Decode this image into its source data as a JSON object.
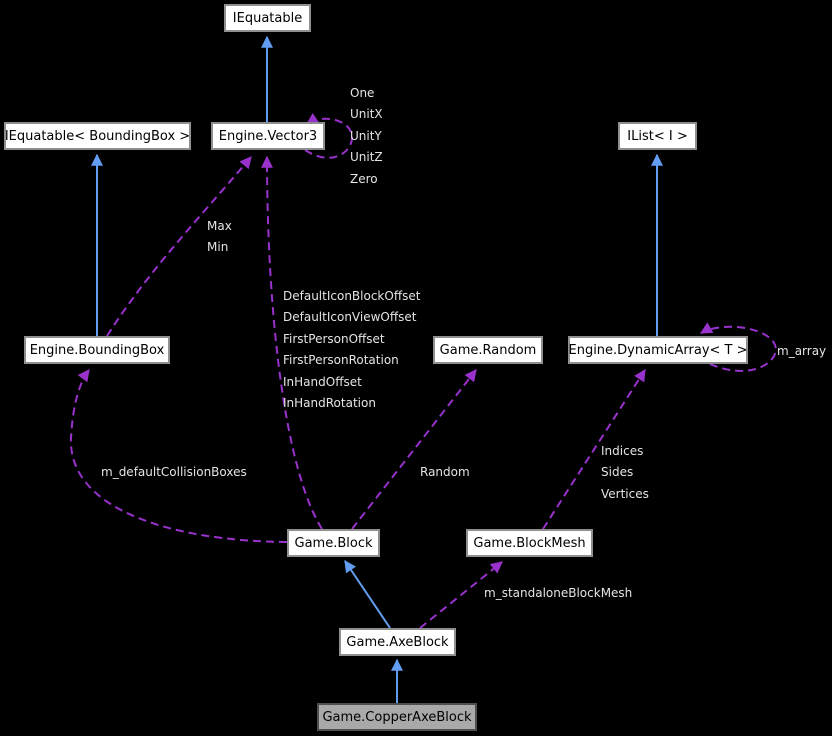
{
  "diagram": {
    "title": "Collaboration graph for Game.CopperAxeBlock",
    "colors": {
      "background": "#000000",
      "inheritance_arrow": "#639df2",
      "usage_arrow": "#9932cc",
      "node_fill": "#ffffff",
      "node_border": "#8f8f8f",
      "node_text": "#000000",
      "highlight_node_fill": "#a9a9a9",
      "highlight_node_border": "#4f4f4f",
      "edge_label_text": "#e4e4e4"
    },
    "nodes": {
      "iequatable": "IEquatable",
      "iequatable_boundingbox": "IEquatable< BoundingBox >",
      "vector3": "Engine.Vector3",
      "ilist": "IList< I >",
      "boundingbox": "Engine.BoundingBox",
      "random": "Game.Random",
      "dynamicarray": "Engine.DynamicArray< T >",
      "block": "Game.Block",
      "blockmesh": "Game.BlockMesh",
      "axeblock": "Game.AxeBlock",
      "copperaxeblock": "Game.CopperAxeBlock"
    },
    "edge_labels": {
      "vector3_self": [
        "One",
        "UnitX",
        "UnitY",
        "UnitZ",
        "Zero"
      ],
      "boundingbox_to_vector3": [
        "Max",
        "Min"
      ],
      "block_to_vector3": [
        "DefaultIconBlockOffset",
        "DefaultIconViewOffset",
        "FirstPersonOffset",
        "FirstPersonRotation",
        "InHandOffset",
        "InHandRotation"
      ],
      "block_to_boundingbox": "m_defaultCollisionBoxes",
      "block_to_random": "Random",
      "blockmesh_to_dynamicarray": [
        "Indices",
        "Sides",
        "Vertices"
      ],
      "dynamicarray_self": "m_array",
      "axeblock_to_blockmesh": "m_standaloneBlockMesh"
    }
  }
}
